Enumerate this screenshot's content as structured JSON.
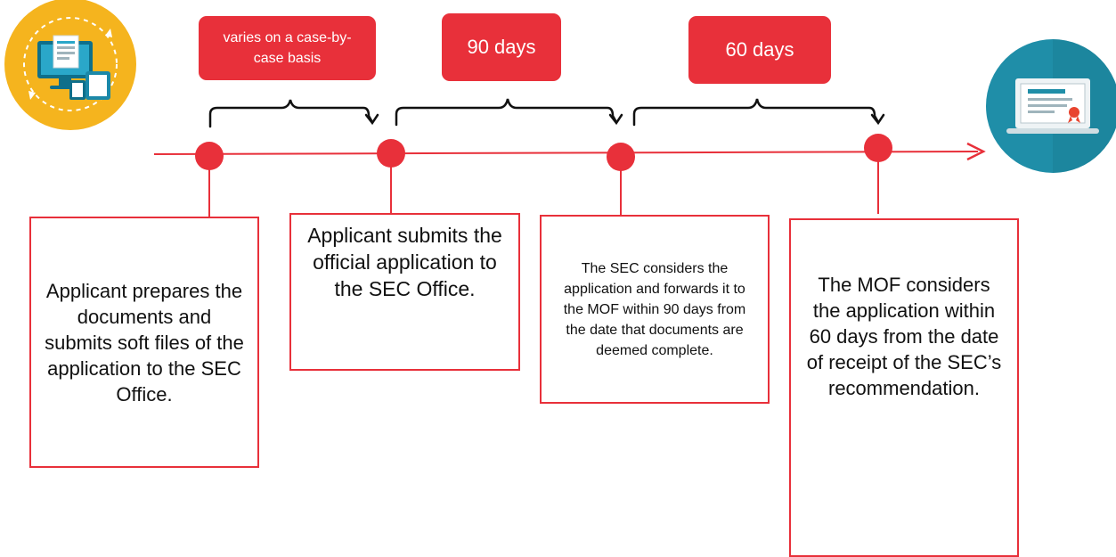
{
  "durations": {
    "stage1": "varies on a case-by-case basis",
    "stage2": "90 days",
    "stage3": "60 days"
  },
  "steps": [
    {
      "text": "Applicant prepares the documents and submits soft files of the application to the SEC Office."
    },
    {
      "text": "Applicant submits the official application to the SEC Office."
    },
    {
      "text": "The SEC considers the application and forwards it to the MOF within 90 days from the date that documents are deemed complete."
    },
    {
      "text": "The MOF considers the application within 60 days from the date of receipt of the SEC’s recommendation."
    }
  ],
  "icons": {
    "start": "documents-on-devices-icon",
    "end": "laptop-certificate-icon"
  },
  "colors": {
    "accent": "#e8303a",
    "start_icon_bg": "#f5b41e",
    "end_icon_bg": "#1f8ea8"
  }
}
